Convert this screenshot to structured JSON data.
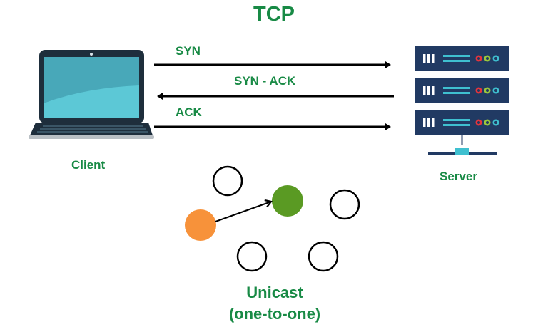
{
  "title": "TCP",
  "handshake": {
    "messages": [
      {
        "label": "SYN",
        "direction": "client-to-server"
      },
      {
        "label": "SYN - ACK",
        "direction": "server-to-client"
      },
      {
        "label": "ACK",
        "direction": "client-to-server"
      }
    ]
  },
  "client": {
    "label": "Client",
    "icon": "laptop-icon"
  },
  "server": {
    "label": "Server",
    "icon": "server-rack-icon",
    "units": 3
  },
  "unicast": {
    "label": "Unicast",
    "sublabel": "(one-to-one)",
    "sender_color": "#f7923a",
    "receiver_color": "#5a9a23",
    "idle_nodes": 4
  },
  "colors": {
    "text_accent": "#188a45",
    "server_body": "#213a63",
    "server_accent": "#3fc0d0",
    "led_red": "#e8343c",
    "led_green": "#9cc83c",
    "led_blue": "#3fc0d0",
    "laptop_frame": "#1e2e3c",
    "laptop_screen": "#4fb6c6",
    "laptop_screen_light": "#5cc8d6"
  }
}
